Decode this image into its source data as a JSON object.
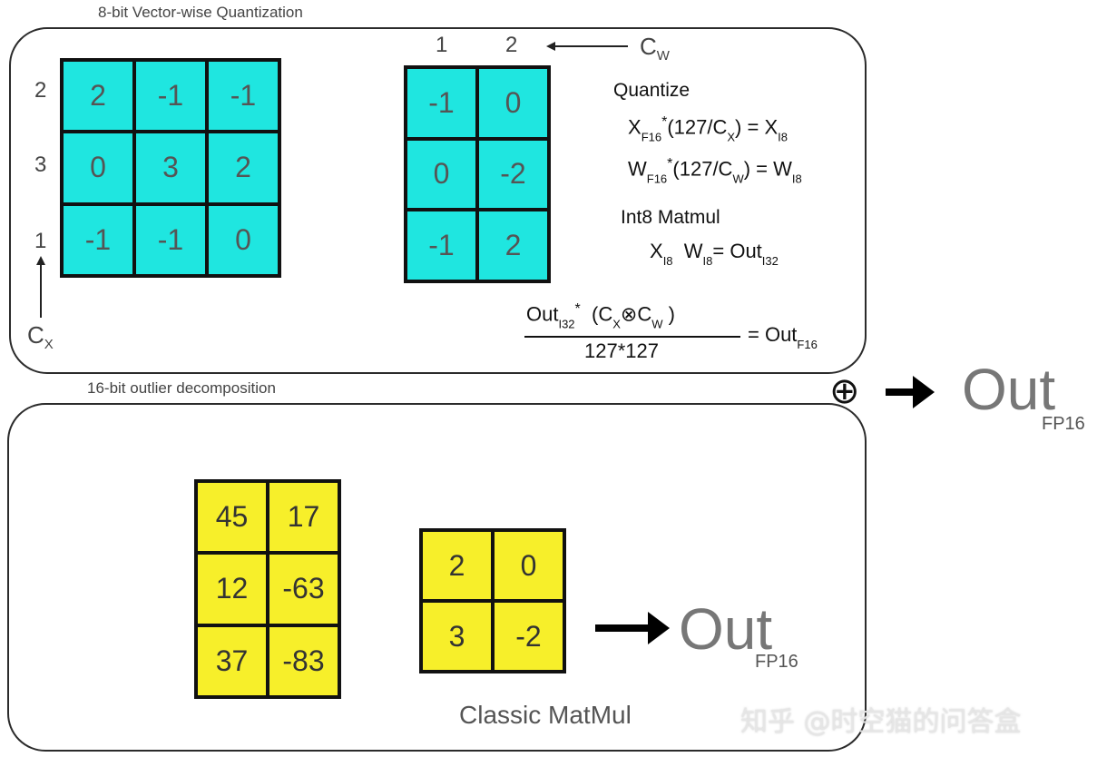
{
  "top": {
    "title": "8-bit Vector-wise Quantization",
    "x_matrix": [
      [
        "2",
        "-1",
        "-1"
      ],
      [
        "0",
        "3",
        "2"
      ],
      [
        "-1",
        "-1",
        "0"
      ]
    ],
    "cx_values": [
      "2",
      "3",
      "1"
    ],
    "cx_label": "C",
    "cx_label_sub": "X",
    "w_matrix": [
      [
        "-1",
        "0"
      ],
      [
        "0",
        "-2"
      ],
      [
        "-1",
        "2"
      ]
    ],
    "cw_values": [
      "1",
      "2"
    ],
    "cw_label": "C",
    "cw_label_sub": "W",
    "quantize_heading": "Quantize",
    "int8_heading": "Int8 Matmul"
  },
  "bottom": {
    "title": "16-bit outlier decomposition",
    "x_matrix": [
      [
        "45",
        "17"
      ],
      [
        "12",
        "-63"
      ],
      [
        "37",
        "-83"
      ]
    ],
    "w_matrix": [
      [
        "2",
        "0"
      ],
      [
        "3",
        "-2"
      ]
    ],
    "caption": "Classic MatMul",
    "out_label": "Out",
    "out_sub": "FP16"
  },
  "result": {
    "plus_symbol": "⊕",
    "out_label": "Out",
    "out_sub": "FP16"
  },
  "watermark": "知乎 @时空猫的问答盒"
}
